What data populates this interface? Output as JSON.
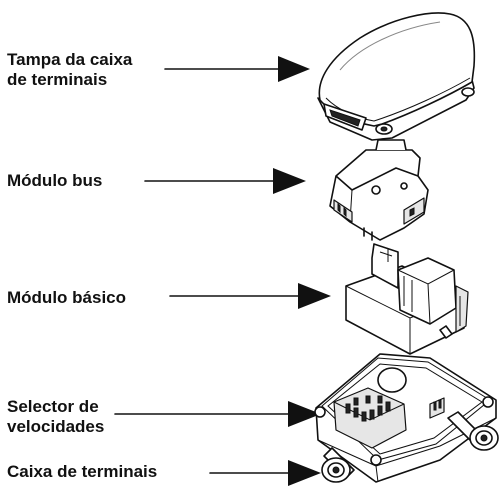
{
  "labels": {
    "cover_line1": "Tampa da caixa",
    "cover_line2": "de terminais",
    "bus_module": "Módulo bus",
    "basic_module": "Módulo básico",
    "speed_selector_line1": "Selector de",
    "speed_selector_line2": "velocidades",
    "terminal_box": "Caixa de terminais"
  }
}
